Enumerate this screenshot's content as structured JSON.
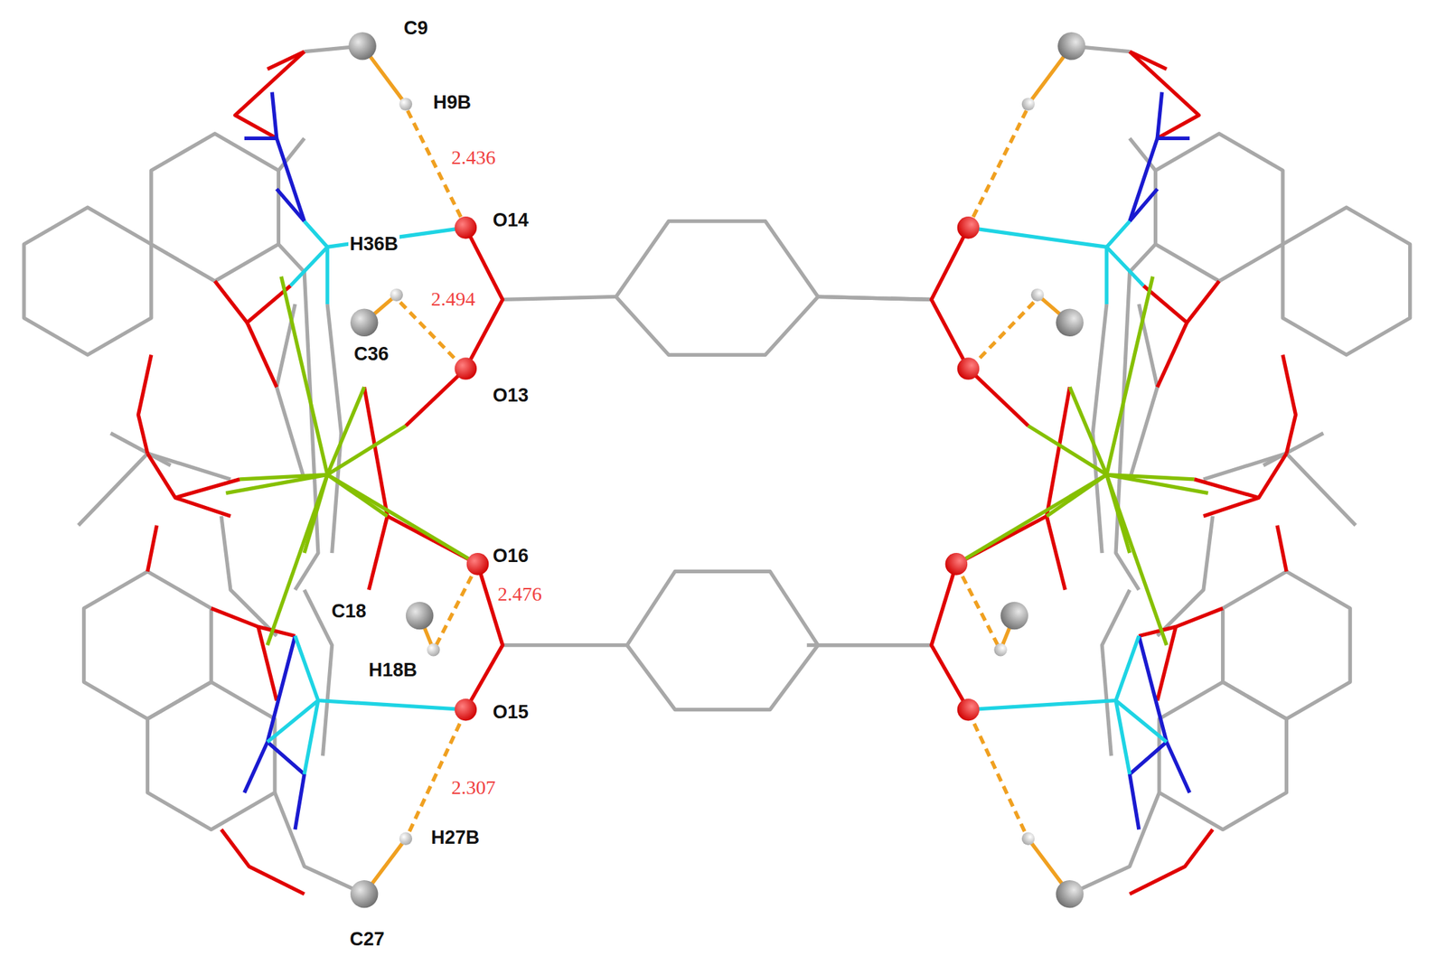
{
  "diagram": {
    "labels": [
      "C9",
      "H9B",
      "2.436",
      "O14",
      "H36B",
      "2.494",
      "C36",
      "O13",
      "O16",
      "C18",
      "2.476",
      "H18B",
      "O15",
      "2.307",
      "H27B",
      "C27"
    ]
  }
}
